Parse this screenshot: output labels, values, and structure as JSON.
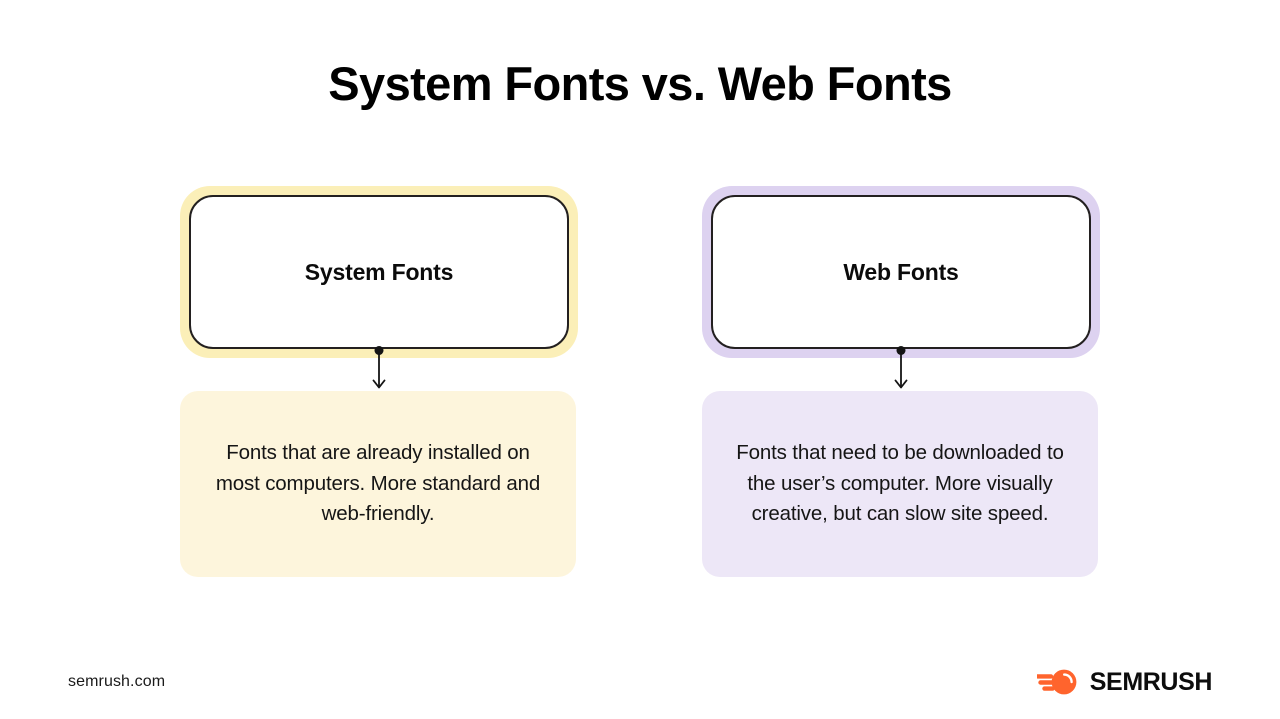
{
  "page": {
    "title": "System Fonts vs. Web Fonts",
    "background_color": "#ffffff"
  },
  "columns": [
    {
      "header_label": "System Fonts",
      "description": "Fonts that are already installed on most computers. More standard and web-friendly.",
      "halo_color": "#fbefb8",
      "panel_color": "#fdf5dc",
      "connector_icon": "down-arrow-connector-icon"
    },
    {
      "header_label": "Web Fonts",
      "description": "Fonts that need to be downloaded to the user’s computer. More visually creative, but can slow site speed.",
      "halo_color": "#ddd2f0",
      "panel_color": "#ede7f7",
      "connector_icon": "down-arrow-connector-icon"
    }
  ],
  "footer": {
    "url": "semrush.com",
    "brand_name": "SEMRUSH",
    "brand_icon": "semrush-comet-icon",
    "brand_accent_color": "#ff642d"
  }
}
